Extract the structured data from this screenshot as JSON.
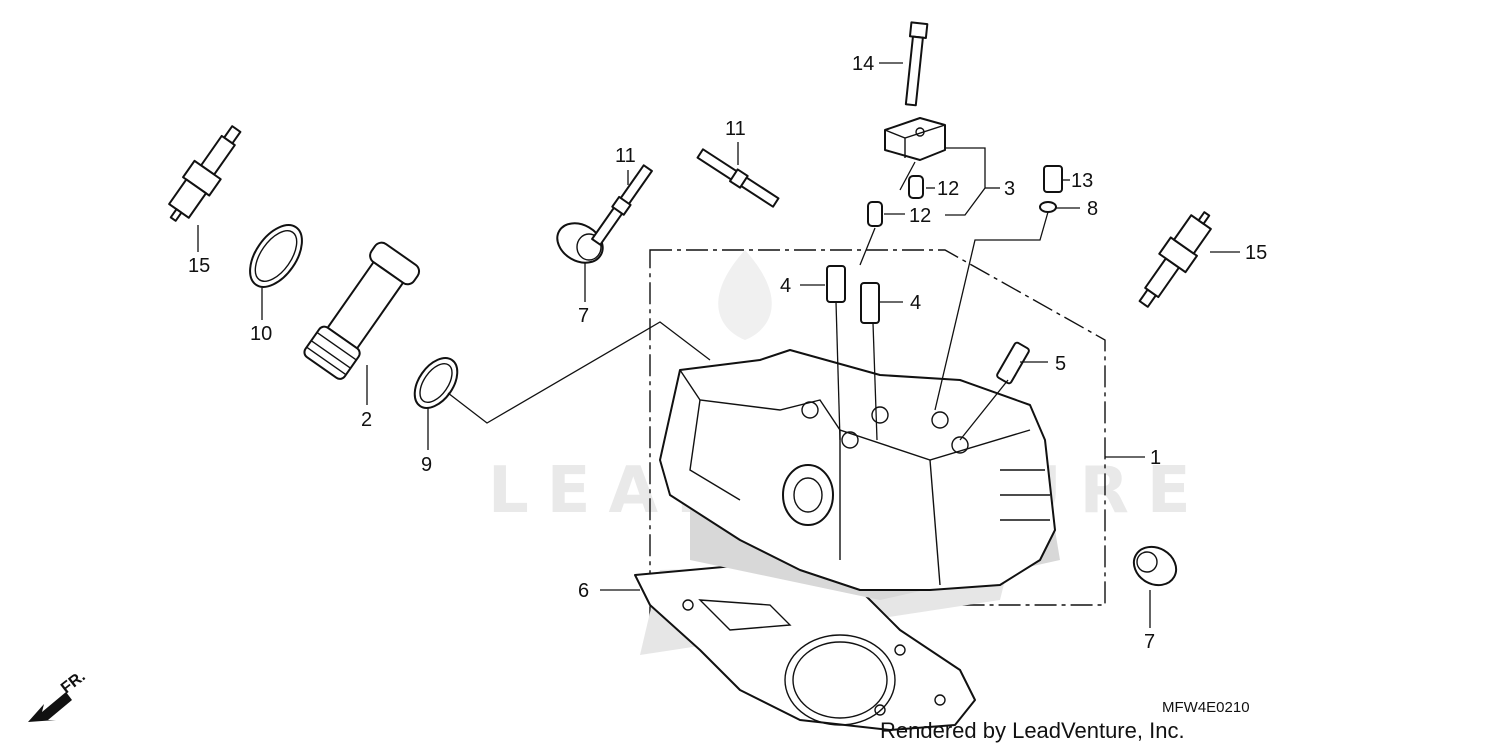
{
  "diagram": {
    "callouts": [
      {
        "id": "c1",
        "label": "1"
      },
      {
        "id": "c2",
        "label": "2"
      },
      {
        "id": "c3",
        "label": "3"
      },
      {
        "id": "c4a",
        "label": "4"
      },
      {
        "id": "c4b",
        "label": "4"
      },
      {
        "id": "c5",
        "label": "5"
      },
      {
        "id": "c6",
        "label": "6"
      },
      {
        "id": "c7a",
        "label": "7"
      },
      {
        "id": "c7b",
        "label": "7"
      },
      {
        "id": "c8",
        "label": "8"
      },
      {
        "id": "c9",
        "label": "9"
      },
      {
        "id": "c10",
        "label": "10"
      },
      {
        "id": "c11a",
        "label": "11"
      },
      {
        "id": "c11b",
        "label": "11"
      },
      {
        "id": "c12a",
        "label": "12"
      },
      {
        "id": "c12b",
        "label": "12"
      },
      {
        "id": "c13",
        "label": "13"
      },
      {
        "id": "c14",
        "label": "14"
      },
      {
        "id": "c15a",
        "label": "15"
      },
      {
        "id": "c15b",
        "label": "15"
      }
    ],
    "diagram_code": "MFW4E0210",
    "credit": "Rendered by LeadVenture, Inc.",
    "front_indicator": "FR.",
    "watermark": "LEADVENTURE"
  }
}
